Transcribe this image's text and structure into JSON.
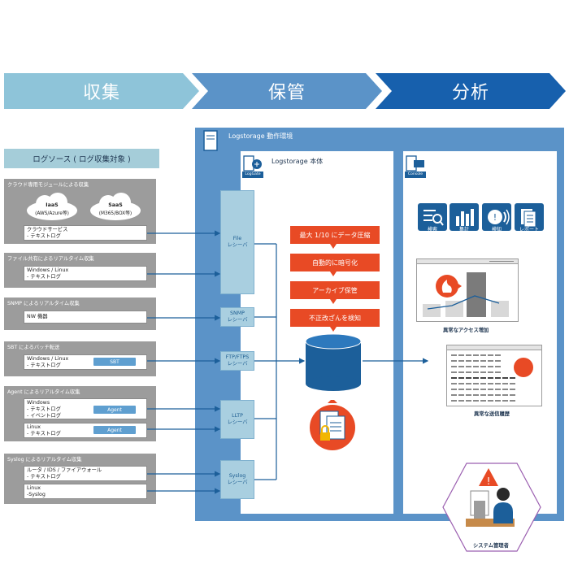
{
  "stages": [
    {
      "label": "収集",
      "color": "#8ec4d9"
    },
    {
      "label": "保管",
      "color": "#5b93c8"
    },
    {
      "label": "分析",
      "color": "#1760ad"
    }
  ],
  "sources": {
    "title": "ログソース ( ログ収集対象 )",
    "groups": [
      {
        "label": "クラウド専用モジュールによる収集",
        "clouds": [
          {
            "name": "IaaS",
            "sub": "(AWS/Azure等)"
          },
          {
            "name": "SaaS",
            "sub": "(M365/BOX等)"
          }
        ],
        "box": [
          "クラウドサービス",
          "- テキストログ"
        ]
      },
      {
        "label": "ファイル共有によるリアルタイム収集",
        "box": [
          "Windows / Linux",
          "- テキストログ"
        ]
      },
      {
        "label": "SNMP によるリアルタイム収集",
        "box": [
          "NW 機器"
        ]
      },
      {
        "label": "SBT によるバッチ転送",
        "box": [
          "Windows / Linux",
          "- テキストログ"
        ],
        "tag": "SBT"
      },
      {
        "label": "Agent によるリアルタイム収集",
        "boxes": [
          {
            "lines": [
              "Windows",
              "- テキストログ",
              "- イベントログ"
            ],
            "tag": "Agent"
          },
          {
            "lines": [
              "Linux",
              "- テキストログ"
            ],
            "tag": "Agent"
          }
        ]
      },
      {
        "label": "Syslog によるリアルタイム収集",
        "boxes": [
          {
            "lines": [
              "ルータ / IDS / ファイアウォール",
              "- テキストログ"
            ]
          },
          {
            "lines": [
              "Linux",
              "-Syslog"
            ]
          }
        ]
      }
    ]
  },
  "environment": {
    "title": "Logstorage 動作環境",
    "logstorage_title": "Logstorage 本体",
    "logstorage_icon_label": "LogGate",
    "console_icon_label": "Console"
  },
  "receivers": [
    {
      "lines": [
        "File",
        "レシーバ"
      ]
    },
    {
      "lines": [
        "SNMP",
        "レシーバ"
      ]
    },
    {
      "lines": [
        "FTP/FTPS",
        "レシーバ"
      ]
    },
    {
      "lines": [
        "LLTP",
        "レシーバ"
      ]
    },
    {
      "lines": [
        "Syslog",
        "レシーバ"
      ]
    }
  ],
  "features": [
    "最大 1/10 にデータ圧縮",
    "自動的に暗号化",
    "アーカイブ保管",
    "不正改ざんを検知"
  ],
  "console": {
    "functions": [
      "検索",
      "集計",
      "検知",
      "レポート"
    ],
    "chart_caption": "異常なアクセス増加",
    "table_caption": "異常な送信履歴"
  },
  "admin": {
    "label": "システム管理者"
  },
  "colors": {
    "accent_orange": "#e84a25",
    "env_blue": "#5b93c8",
    "gray": "#9c9c9c"
  }
}
